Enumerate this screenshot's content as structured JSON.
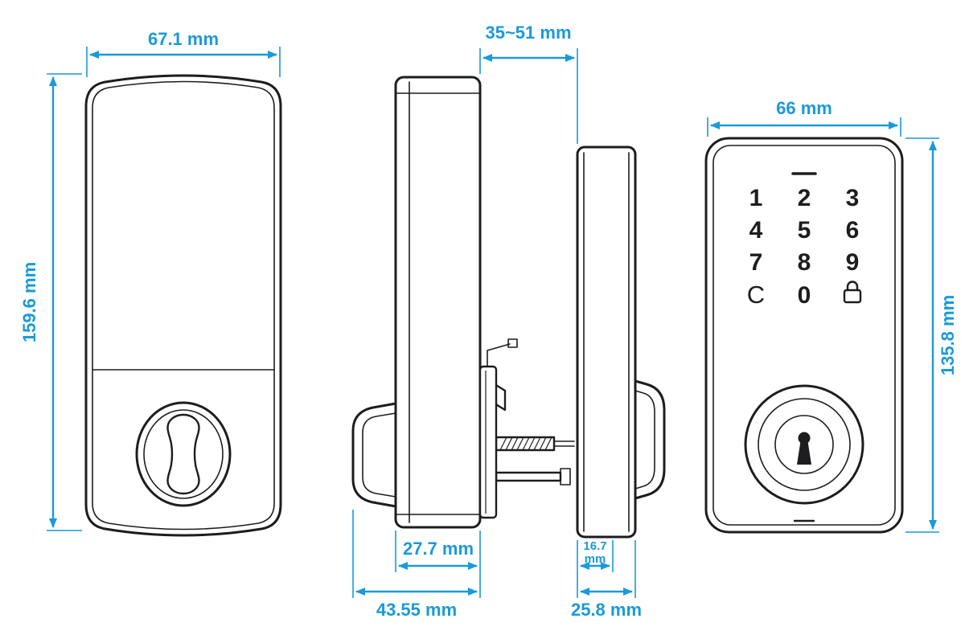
{
  "colors": {
    "dimension": "#1a9ad8",
    "linework": "#1d1d1f",
    "background": "#ffffff"
  },
  "views": {
    "interior_rear": {
      "width_label": "67.1 mm",
      "height_label": "159.6 mm"
    },
    "side_profile": {
      "door_thickness_label": "35~51 mm",
      "interior_body_depth_label": "27.7 mm",
      "interior_total_depth_label": "43.55 mm",
      "exterior_plate_depth": {
        "value": "16.7",
        "unit": "mm"
      },
      "exterior_total_depth_label": "25.8 mm"
    },
    "exterior_front": {
      "width_label": "66 mm",
      "height_label": "135.8 mm",
      "keypad_keys": [
        "1",
        "2",
        "3",
        "4",
        "5",
        "6",
        "7",
        "8",
        "9",
        "C",
        "0"
      ],
      "icons": {
        "keypad_lock": "lock-icon",
        "keyhole": "keyhole-icon"
      }
    }
  }
}
